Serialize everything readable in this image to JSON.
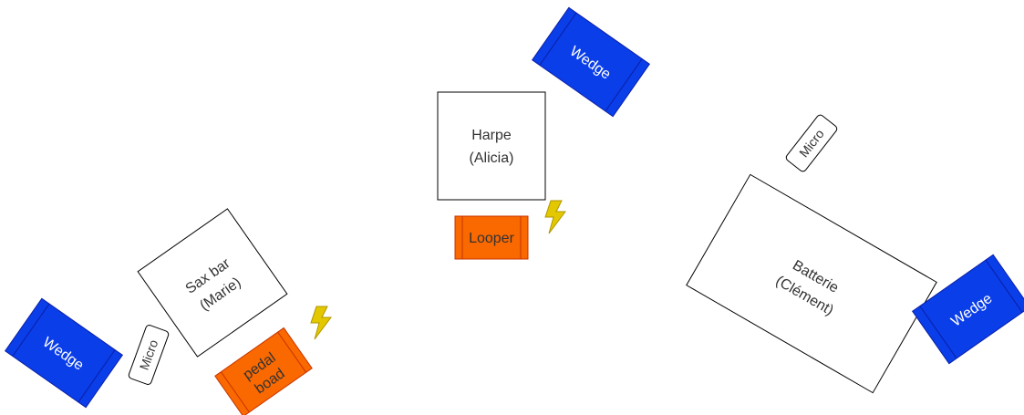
{
  "diagram": {
    "harp": {
      "line1": "Harpe",
      "line2": "(Alicia)"
    },
    "looper": {
      "label": "Looper",
      "fill": "#fa6800"
    },
    "sax": {
      "line1": "Sax bar",
      "line2": "(Marie)"
    },
    "pedalboard": {
      "line1": "pedal",
      "line2": "boad",
      "fill": "#fa6800"
    },
    "drums": {
      "line1": "Batterie",
      "line2": "(Clément)"
    },
    "mic_sax": {
      "label": "Micro"
    },
    "mic_drums": {
      "label": "Micro"
    },
    "wedge_top": {
      "label": "Wedge"
    },
    "wedge_left": {
      "label": "Wedge"
    },
    "wedge_right": {
      "label": "Wedge"
    },
    "colors": {
      "wedge_fill": "#0a3ee8",
      "wedge_line": "#0a1fa8",
      "orange_fill": "#fa6800",
      "orange_line": "#c73500",
      "power_fill": "#e3c800",
      "power_line": "#b09500"
    },
    "icons": {
      "power": "lightning-bolt-icon"
    }
  }
}
